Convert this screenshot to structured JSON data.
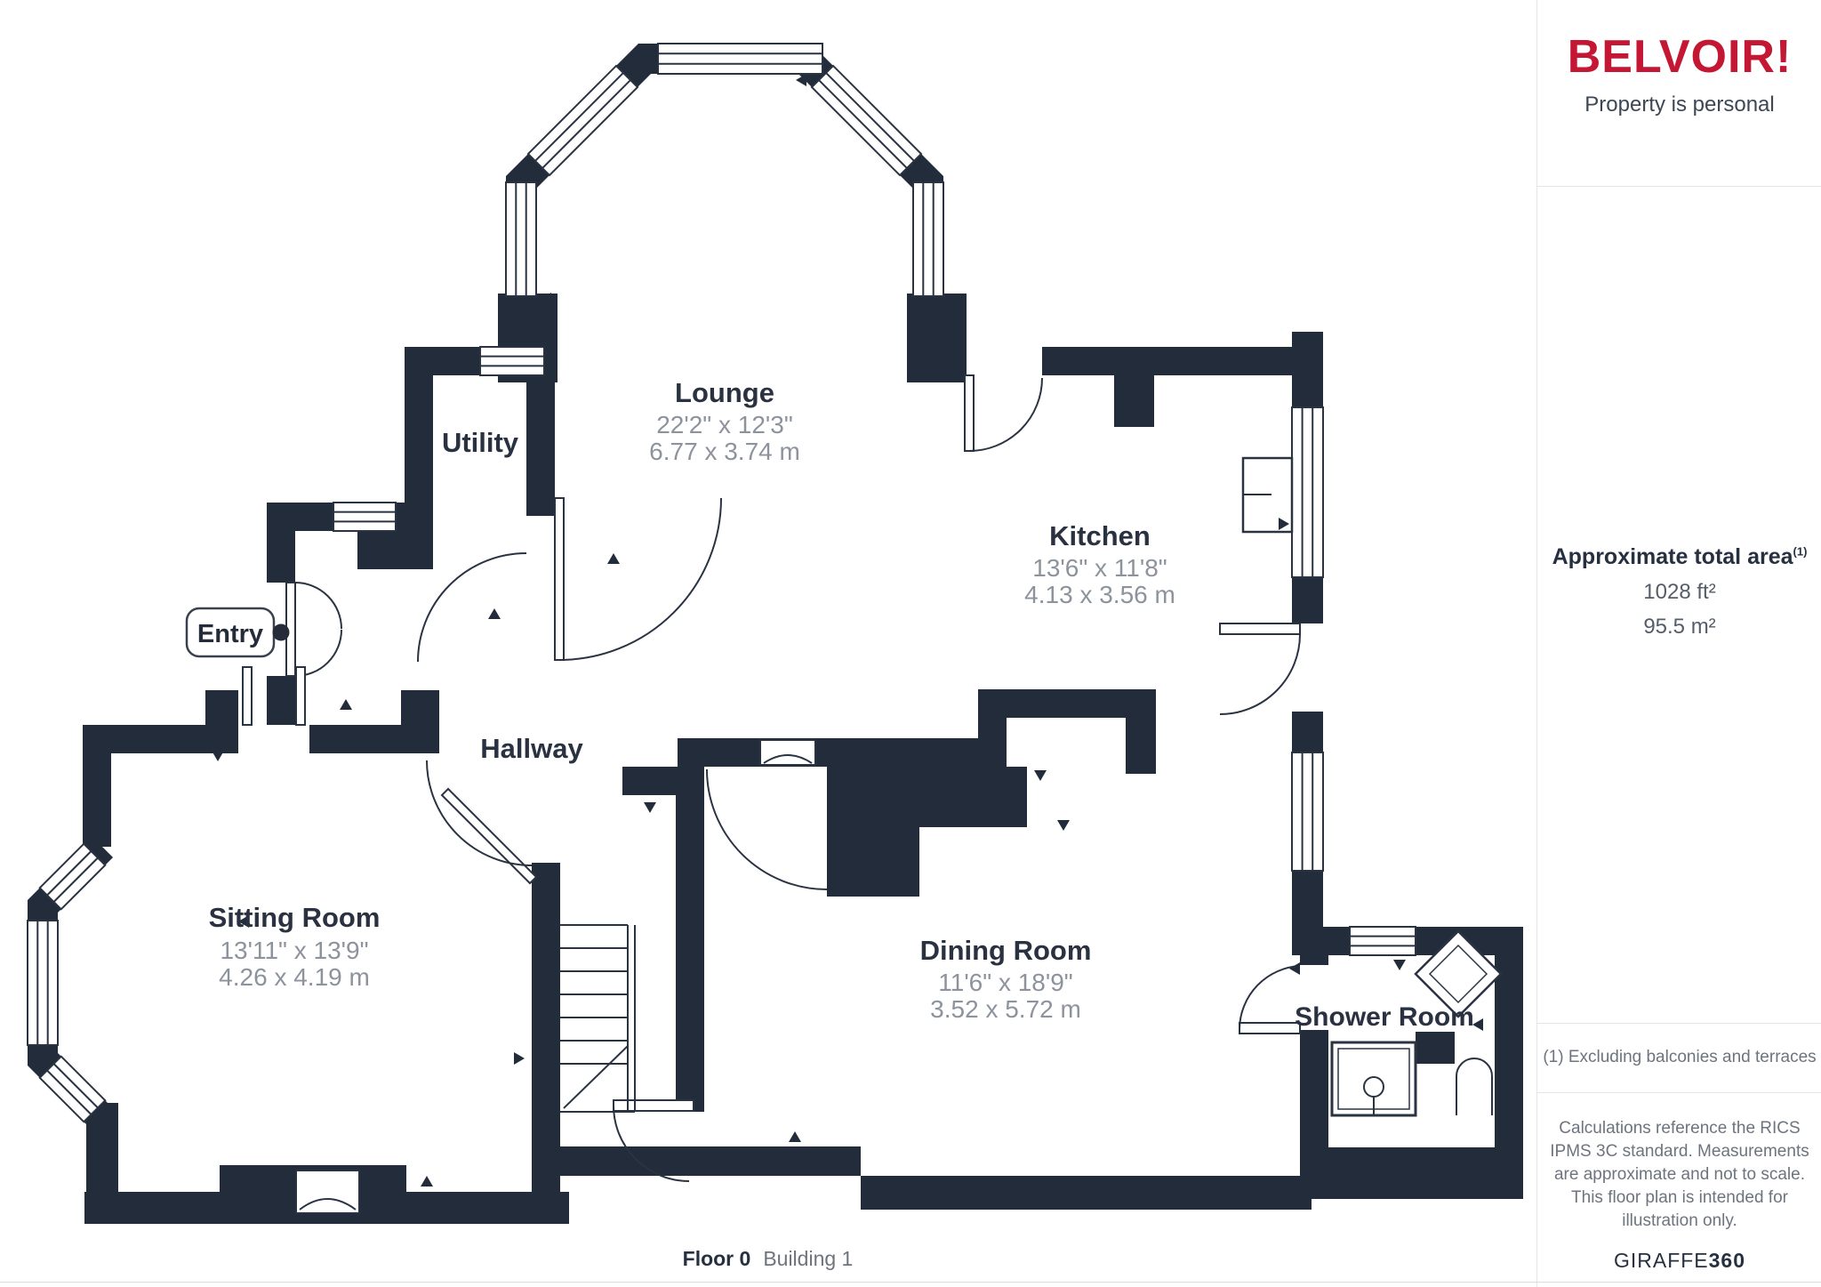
{
  "branding": {
    "logo": "BELVOIR!",
    "tagline": "Property is personal"
  },
  "sidebar": {
    "area_title": "Approximate total area",
    "area_footnote_marker": "(1)",
    "area_imperial": "1028 ft²",
    "area_metric": "95.5 m²",
    "footnote": "(1) Excluding balconies and terraces",
    "disclaimer": "Calculations reference the RICS IPMS 3C standard. Measurements are approximate and not to scale. This floor plan is intended for illustration only.",
    "watermark_name": "GIRAFFE",
    "watermark_suffix": "360"
  },
  "footer": {
    "floor": "Floor 0",
    "building": "Building 1"
  },
  "entry_badge": "Entry",
  "rooms": [
    {
      "name": "Lounge",
      "imperial": "22'2\" x 12'3\"",
      "metric": "6.77 x 3.74 m"
    },
    {
      "name": "Utility",
      "imperial": "",
      "metric": ""
    },
    {
      "name": "Kitchen",
      "imperial": "13'6\" x 11'8\"",
      "metric": "4.13 x 3.56 m"
    },
    {
      "name": "Hallway",
      "imperial": "",
      "metric": ""
    },
    {
      "name": "Sitting Room",
      "imperial": "13'11\" x 13'9\"",
      "metric": "4.26 x 4.19 m"
    },
    {
      "name": "Dining Room",
      "imperial": "11'6\" x 18'9\"",
      "metric": "3.52 x 5.72 m"
    },
    {
      "name": "Shower Room",
      "imperial": "",
      "metric": ""
    }
  ],
  "colors": {
    "wall": "#232c3b",
    "brand_red": "#c41734",
    "room_name": "#2a3140",
    "dimension_text": "#8d939d",
    "muted_text": "#6d747e",
    "dark_text": "#273041",
    "divider": "#e2e5e9"
  }
}
